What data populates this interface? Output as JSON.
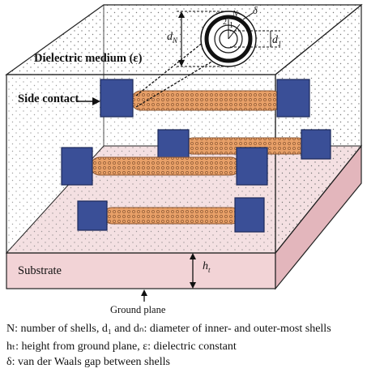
{
  "labels": {
    "dielectric": "Dielectric medium (ε)",
    "side_contact": "Side contact",
    "substrate": "Substrate",
    "ground_plane": "Ground plane",
    "ht": "h",
    "ht_sub": "t",
    "dN": "d",
    "dN_sub": "N",
    "d1": "d",
    "d1_sub": "1",
    "delta": "δ",
    "N": "N",
    "two": "2",
    "one": "1"
  },
  "caption": {
    "line1": "N: number of shells, d₁ and dₙ: diameter of inner- and outer-most shells",
    "line2": "hₜ: height from ground plane, ε: dielectric constant",
    "line3": "δ: van der Waals gap between shells"
  },
  "colors": {
    "contact": "#3a4f97",
    "tube": "#e8a068",
    "substrate": "#f2d3d6",
    "substrate_side": "#e3b6bc",
    "outline": "#1a1a1a"
  }
}
